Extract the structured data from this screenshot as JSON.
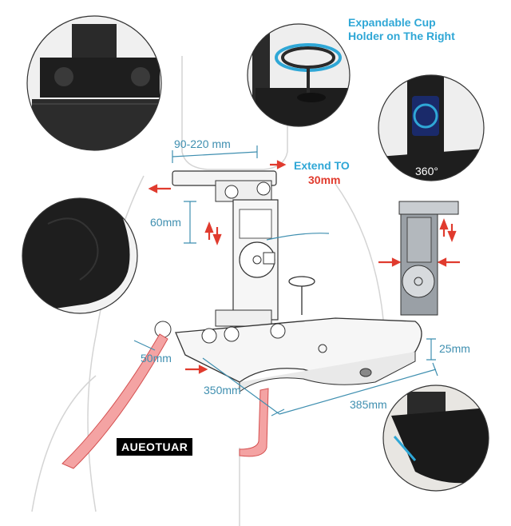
{
  "features": {
    "cup_holder_line1": "Expandable Cup",
    "cup_holder_line2": "Holder on The Right",
    "extend_label": "Extend TO",
    "extend_value": "30mm",
    "rotation": "360°"
  },
  "dimensions": {
    "clamp_width": "90-220 mm",
    "height_adjust": "60mm",
    "tray_thickness": "25mm",
    "tray_depth": "350mm",
    "tray_width": "385mm",
    "slide": "50mm"
  },
  "brand": "AUEOTUAR",
  "colors": {
    "accent_blue": "#2fa7d6",
    "dimension_blue": "#3f8fb0",
    "arrow_red": "#e03b2e",
    "product_black": "#1c1c1c"
  }
}
